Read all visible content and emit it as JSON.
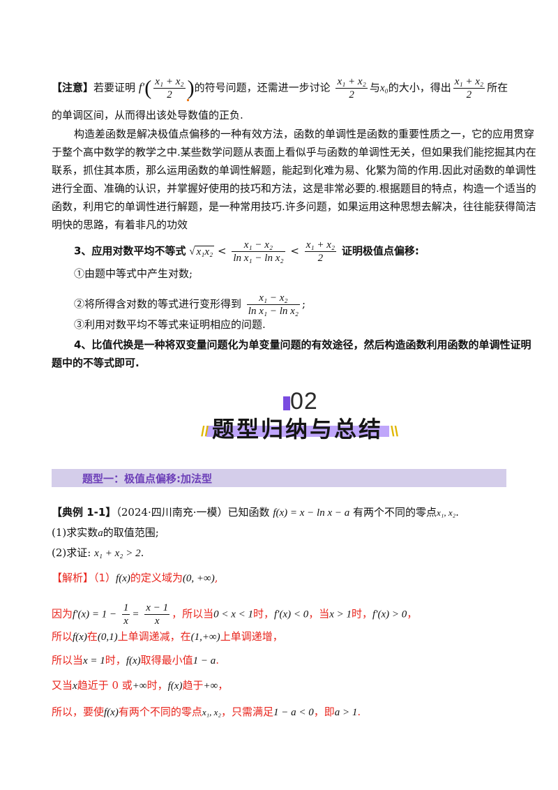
{
  "note": {
    "label": "【注意】",
    "t1": "若要证明",
    "t2": "的符号问题，还需进一步讨论",
    "t3": "与",
    "t4": "的大小，得出",
    "t5": "所在",
    "line2": "的单调区间，从而得出该处导数值的正负."
  },
  "paragraph": [
    "构造差函数是解决极值点偏移的一种有效方法，函数的单调性是函数的重要性质之一，它的应用贯穿",
    "于整个高中数学的教学之中.某些数学问题从表面上看似乎与函数的单调性无关，但如果我们能挖掘其内在",
    "联系，抓住其本质，那么运用函数的单调性解题，能起到化难为易、化繁为简的作用.因此对函数的单调性",
    "进行全面、准确的认识，并掌握好使用的技巧和方法，这是非常必要的.根据题目的特点，构造一个适当的",
    "函数，利用它的单调性进行解题，是一种常用技巧.许多问题，如果运用这种思想去解决，往往能获得简洁",
    "明快的思路，有着非凡的功效"
  ],
  "point3": {
    "lead": "3、应用对数平均不等式",
    "tail": "证明极值点偏移:",
    "step1": "①由题中等式中产生对数;",
    "step2": "②将所得含对数的等式进行变形得到",
    "step2_end": ";",
    "step3": "③利用对数平均不等式来证明相应的问题."
  },
  "point4": [
    "4、比值代换是一种将双变量问题化为单变量问题的有效途径，然后构造函数利用函数的单调性证明",
    "题中的不等式即可."
  ],
  "section": {
    "number": "02",
    "title": "题型归纳与总结",
    "left_slash": "//",
    "right_slash": "\\\\"
  },
  "type_heading": "题型一：极值点偏移:加法型",
  "example": {
    "label": "【典例 1-1】",
    "source": "（2024·四川南充·一模）已知函数",
    "func": "f(x) = x − ln x − a",
    "after": "有两个不同的零点",
    "zeros": "x₁, x₂",
    "end": ".",
    "q1": "(1)求实数",
    "q1_var": "a",
    "q1_end": "的取值范围;",
    "q2": "(2)求证:",
    "q2_expr": "x₁ + x₂ > 2",
    "q2_end": "."
  },
  "solution": {
    "s1a": "【解析】（1）",
    "s1b": "f(x)",
    "s1c": "的定义域为",
    "s1d": "(0, +∞)",
    "s1e": ",",
    "s2a": "因为",
    "s2b": "f′(x) = 1 −",
    "s2c": "=",
    "s2d": "，所以当",
    "s2e": "0 < x < 1",
    "s2f": "时，",
    "s2g": "f′(x) < 0",
    "s2h": "，当",
    "s2i": "x > 1",
    "s2j": "时，",
    "s2k": "f′(x) > 0",
    "s2l": "，",
    "s3a": "所以",
    "s3b": "f(x)",
    "s3c": "在",
    "s3d": "(0,1)",
    "s3e": "上单调递减，在",
    "s3f": "(1,+∞)",
    "s3g": "上单调递增，",
    "s4a": "所以当",
    "s4b": "x = 1",
    "s4c": "时，",
    "s4d": "f(x)",
    "s4e": "取得最小值",
    "s4f": "1 − a",
    "s4g": ".",
    "s5a": "又当",
    "s5b": "x",
    "s5c": "趋近于 0 或",
    "s5d": "+∞",
    "s5e": "时，",
    "s5f": "f(x)",
    "s5g": "趋于",
    "s5h": "+∞",
    "s5i": "，",
    "s6a": "所以，要使",
    "s6b": "f(x)",
    "s6c": "有两个不同的零点",
    "s6d": "x₁, x₂",
    "s6e": "，只需满足",
    "s6f": "1 − a < 0",
    "s6g": "，即",
    "s6h": "a > 1",
    "s6i": "."
  },
  "math": {
    "fprime": "f′",
    "sum": "x₁ + x₂",
    "two": "2",
    "x0": "x₀",
    "sqrt": "x₁x₂",
    "lt": "<",
    "diff": "x₁ − x₂",
    "lndiff": "ln x₁ − ln x₂",
    "one": "1",
    "x": "x",
    "xm1": "x − 1"
  },
  "colors": {
    "solution_red": "#e8241c",
    "type_purple": "#6c3fb8",
    "band": "#8a5cf6",
    "slash": "#e0b600"
  }
}
